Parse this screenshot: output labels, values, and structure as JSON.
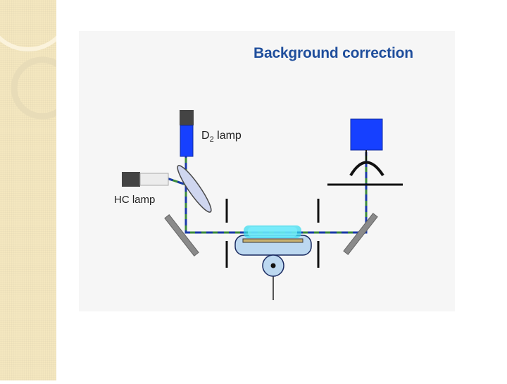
{
  "diagram": {
    "title": "Background correction",
    "d2_lamp": {
      "prefix": "D",
      "subscript": "2",
      "suffix": " lamp"
    },
    "hc_lamp": "HC lamp"
  },
  "colors": {
    "blue": "#1640ff",
    "beam_green": "#3b8b3b",
    "beam_blue": "#1a3aa8",
    "title": "#1f4e9c",
    "sidebar": "#f4e7bf",
    "flame": "#33dcef"
  }
}
